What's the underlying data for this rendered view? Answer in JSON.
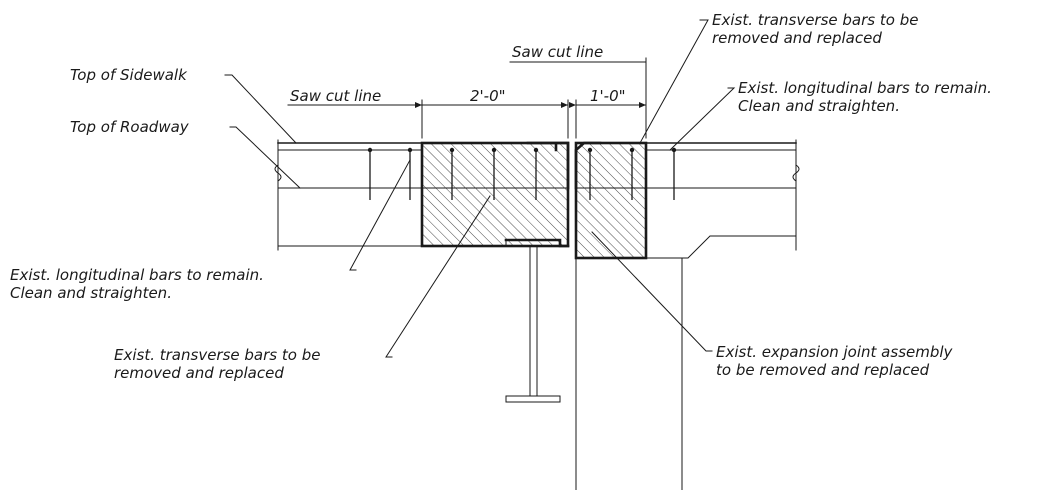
{
  "labels": {
    "top_of_sidewalk": "Top of Sidewalk",
    "top_of_roadway": "Top of Roadway",
    "saw_cut_left": "Saw cut line",
    "dim_left": "2'-0\"",
    "saw_cut_right": "Saw cut line",
    "dim_right": "1'-0\"",
    "transverse_top": [
      "Exist. transverse bars to be",
      "removed and replaced"
    ],
    "longitudinal_right": [
      "Exist. longitudinal bars to remain.",
      "Clean and straighten."
    ],
    "longitudinal_left": [
      "Exist. longitudinal bars to remain.",
      "Clean and straighten."
    ],
    "transverse_bottom": [
      "Exist. transverse bars to be",
      "removed and replaced"
    ],
    "expansion_joint": [
      "Exist. expansion joint assembly",
      "to be removed and replaced"
    ]
  },
  "colors": {
    "line": "#1a1a1a",
    "background": "#ffffff"
  }
}
